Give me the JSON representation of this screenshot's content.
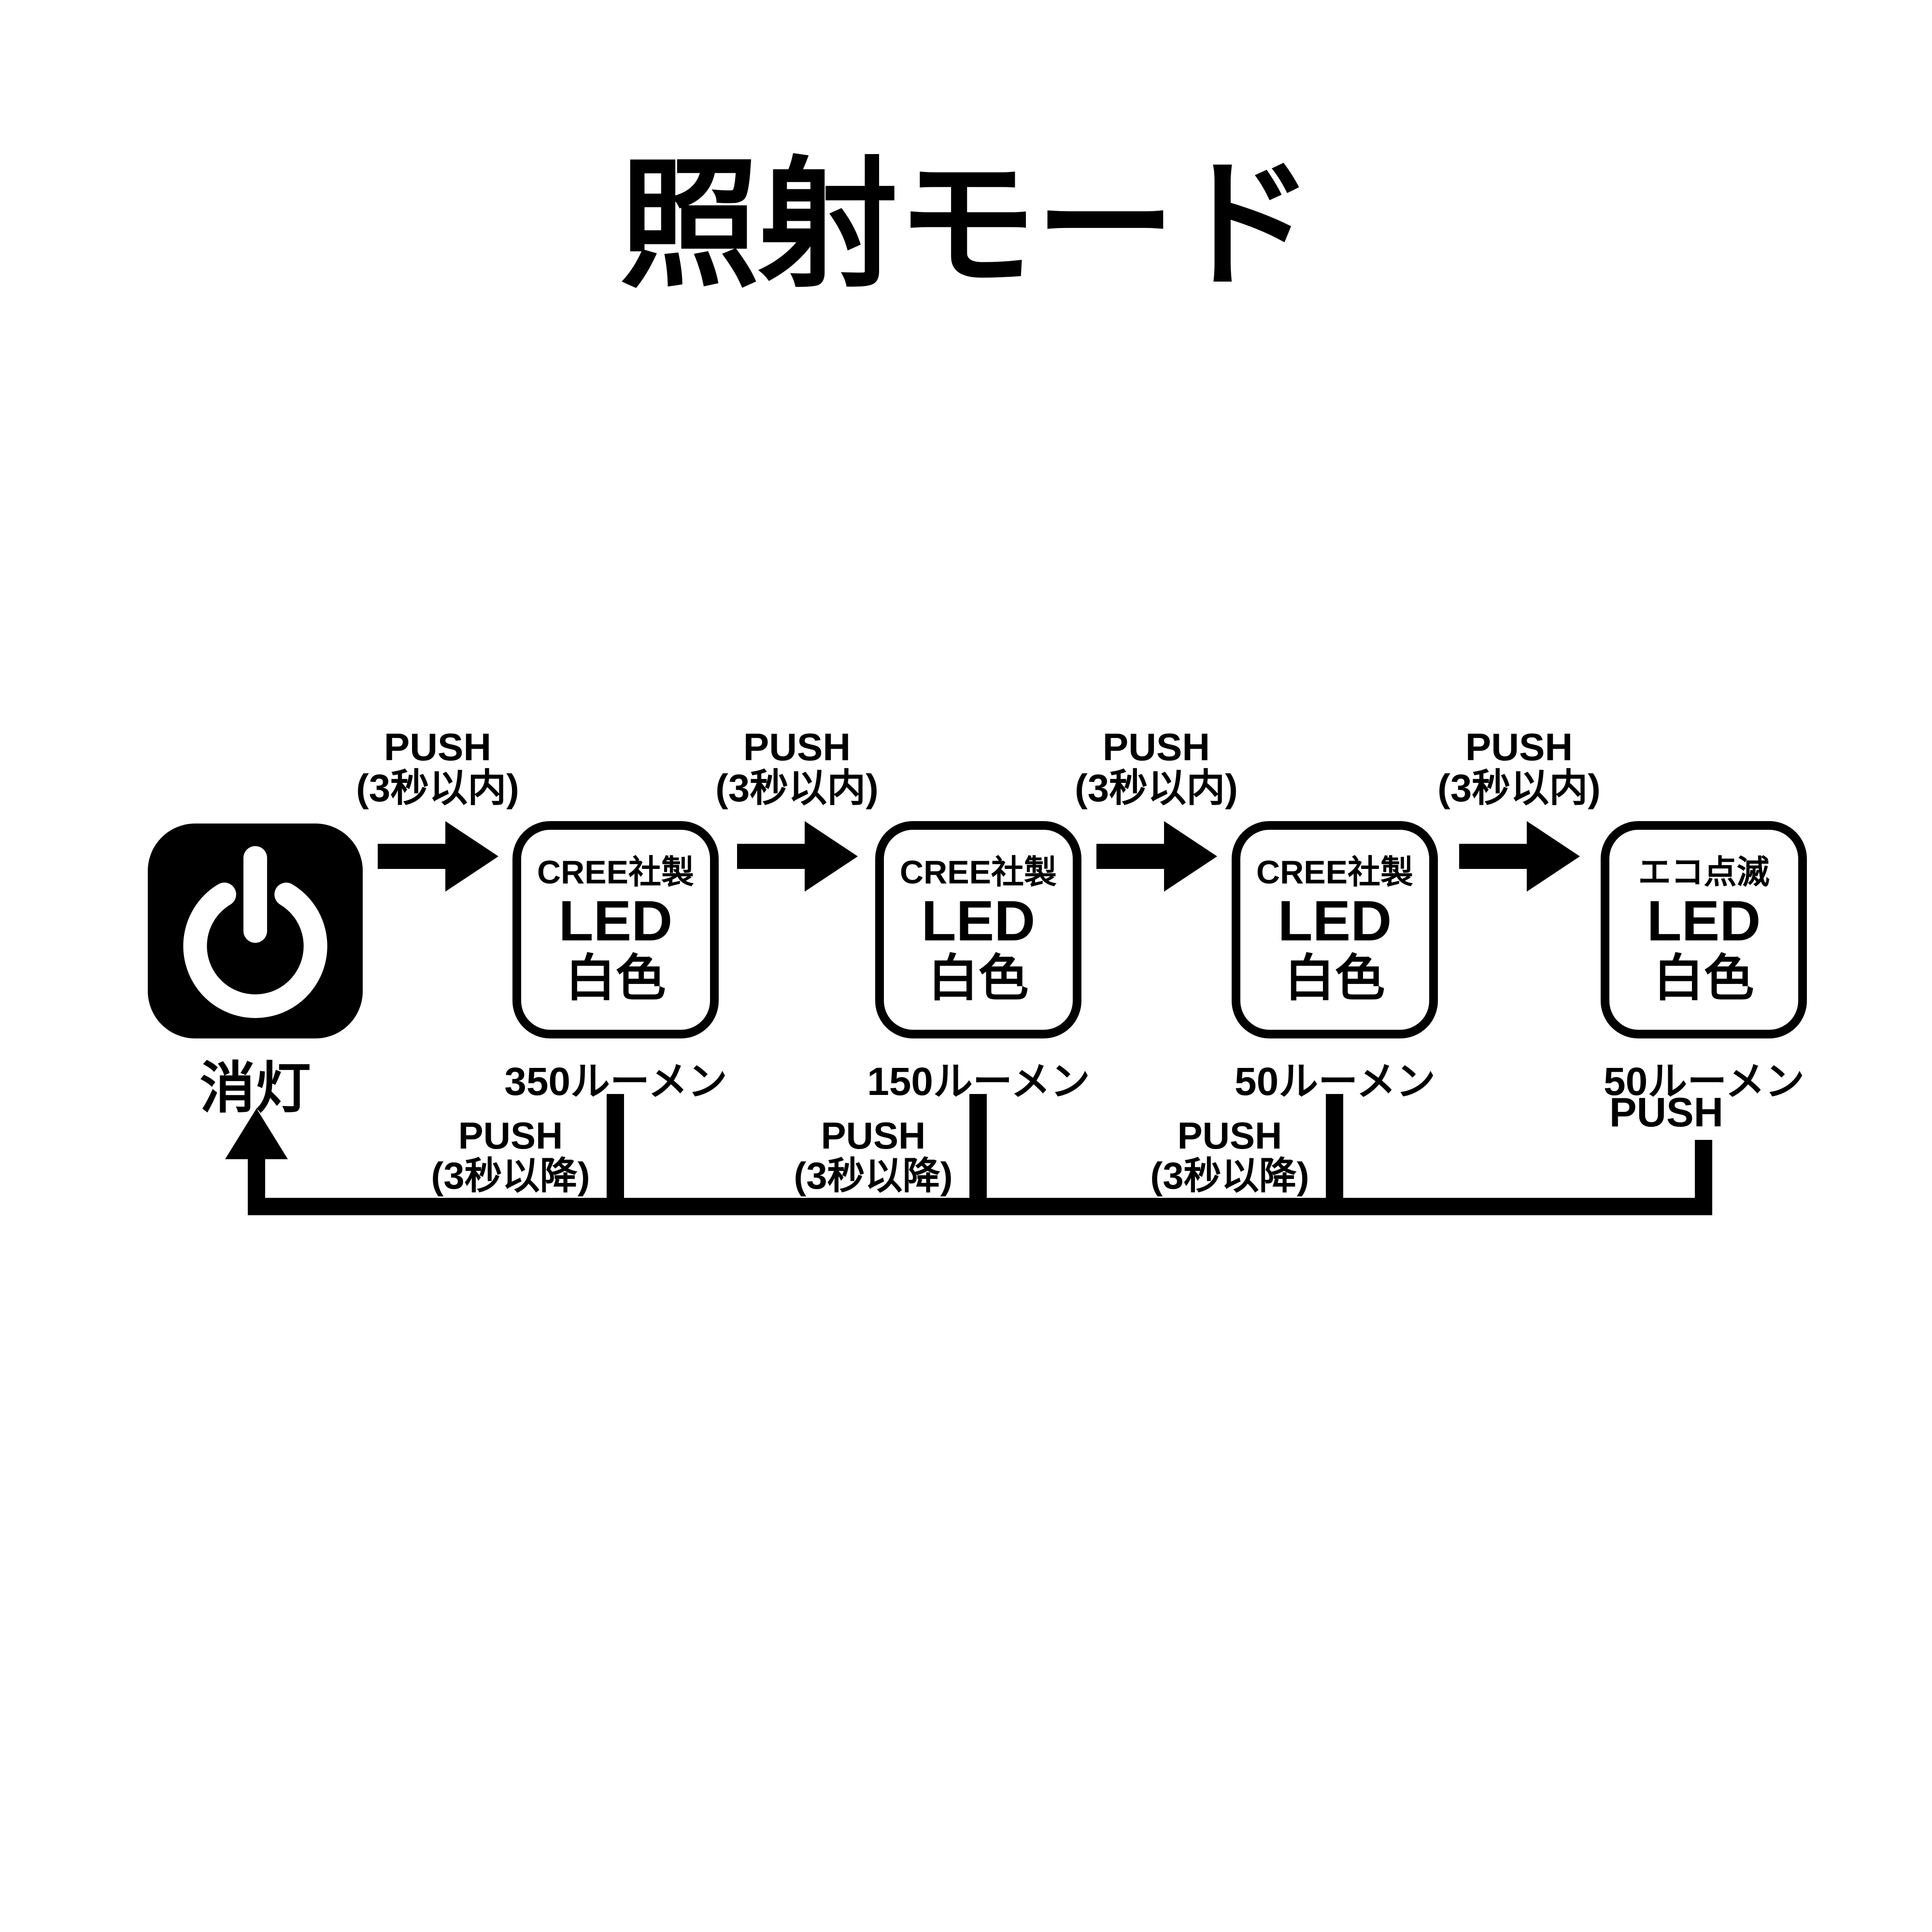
{
  "title": "照射モード",
  "power_node": {
    "label": "消灯"
  },
  "forward_push": {
    "line1": "PUSH",
    "line2": "(3秒以内)"
  },
  "return_push": {
    "line1": "PUSH",
    "line2": "(3秒以降)"
  },
  "final_push": "PUSH",
  "modes": [
    {
      "header": "CREE社製",
      "name": "LED",
      "color": "白色",
      "lumens": "350ルーメン"
    },
    {
      "header": "CREE社製",
      "name": "LED",
      "color": "白色",
      "lumens": "150ルーメン"
    },
    {
      "header": "CREE社製",
      "name": "LED",
      "color": "白色",
      "lumens": "50ルーメン"
    },
    {
      "header": "エコ点滅",
      "name": "LED",
      "color": "白色",
      "lumens": "50ルーメン"
    }
  ],
  "colors": {
    "ink": "#000000",
    "background": "#ffffff"
  }
}
